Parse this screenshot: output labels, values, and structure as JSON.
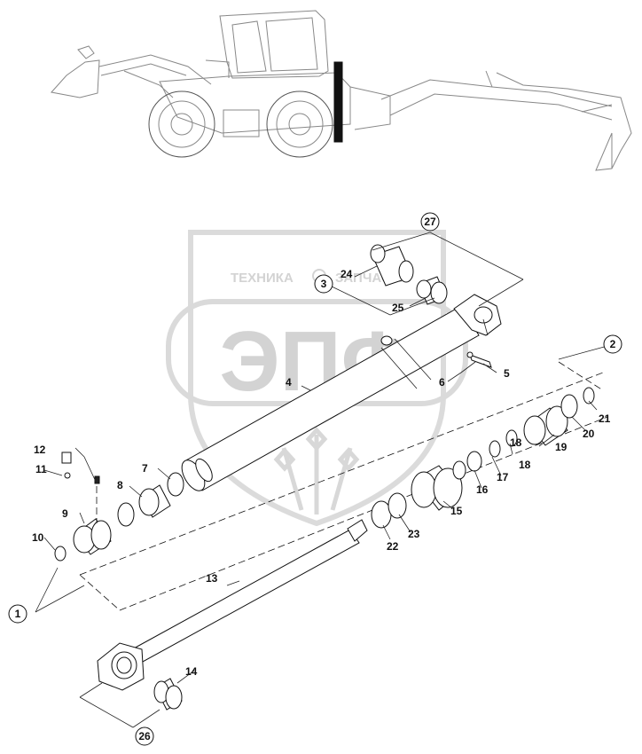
{
  "watermark": {
    "line1_left": "ТЕХНИКА",
    "line1_right": "ЗАПЧАСТИ",
    "logo": "ЭПФ"
  },
  "labels": {
    "p1": "1",
    "p2": "2",
    "p3": "3",
    "p4": "4",
    "p5": "5",
    "p6": "6",
    "p7": "7",
    "p8": "8",
    "p9": "9",
    "p10": "10",
    "p11": "11",
    "p12": "12",
    "p13": "13",
    "p14": "14",
    "p15": "15",
    "p16": "16",
    "p17": "17",
    "p18a": "18",
    "p18b": "18",
    "p19": "19",
    "p20": "20",
    "p21": "21",
    "p22": "22",
    "p23": "23",
    "p24": "24",
    "p25": "25",
    "p26": "26",
    "p27": "27"
  }
}
